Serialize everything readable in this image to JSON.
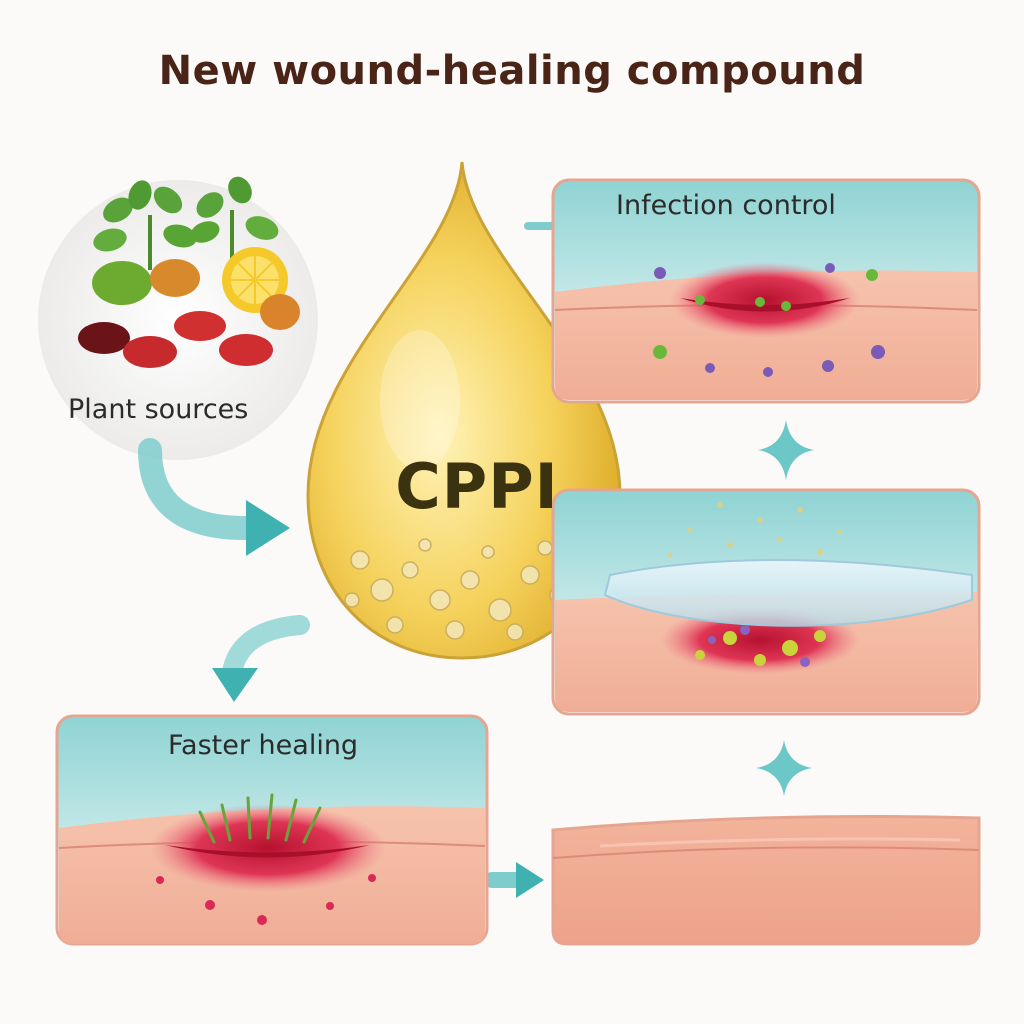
{
  "title": "New wound-healing compound",
  "compound": {
    "name": "CPPI"
  },
  "labels": {
    "plant_sources": "Plant sources",
    "infection_control": "Infection control",
    "faster_healing": "Faster healing"
  },
  "colors": {
    "title": "#4a2417",
    "arrow": "#5fc0c0",
    "drop_gold": "#f2c23a",
    "skin": "#f4b8a2",
    "wound": "#d8284a",
    "panel_sky": "#9fd9d9"
  }
}
